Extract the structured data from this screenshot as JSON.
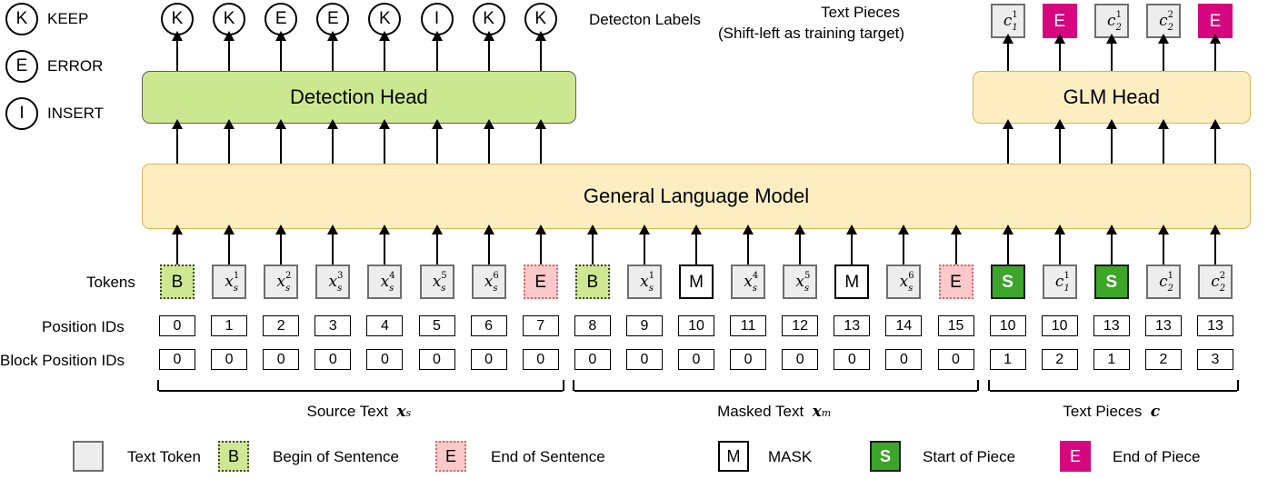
{
  "legend_left": {
    "items": [
      {
        "glyph": "K",
        "label": "KEEP"
      },
      {
        "glyph": "E",
        "label": "ERROR"
      },
      {
        "glyph": "I",
        "label": "INSERT"
      }
    ]
  },
  "detection": {
    "labels": [
      "K",
      "K",
      "E",
      "E",
      "K",
      "I",
      "K",
      "K"
    ],
    "caption": "Detecton Labels",
    "head_label": "Detection Head"
  },
  "glm": {
    "head_label": "GLM Head",
    "caption_line1": "Text Pieces",
    "caption_line2": "(Shift-left as training target)",
    "outputs": [
      {
        "kind": "text",
        "base": "c",
        "sup": "1",
        "sub": "1"
      },
      {
        "kind": "eop",
        "glyph": "E"
      },
      {
        "kind": "text",
        "base": "c",
        "sup": "1",
        "sub": "2"
      },
      {
        "kind": "text",
        "base": "c",
        "sup": "2",
        "sub": "2"
      },
      {
        "kind": "eop",
        "glyph": "E"
      }
    ]
  },
  "backbone": {
    "label": "General Language Model"
  },
  "rows": {
    "tokens_label": "Tokens",
    "position_ids_label": "Position IDs",
    "block_position_ids_label": "Block Position IDs"
  },
  "tokens": [
    {
      "kind": "bos",
      "glyph": "B"
    },
    {
      "kind": "text",
      "base": "x",
      "sup": "1",
      "sub": "s"
    },
    {
      "kind": "text",
      "base": "x",
      "sup": "2",
      "sub": "s"
    },
    {
      "kind": "text",
      "base": "x",
      "sup": "3",
      "sub": "s"
    },
    {
      "kind": "text",
      "base": "x",
      "sup": "4",
      "sub": "s"
    },
    {
      "kind": "text",
      "base": "x",
      "sup": "5",
      "sub": "s"
    },
    {
      "kind": "text",
      "base": "x",
      "sup": "6",
      "sub": "s"
    },
    {
      "kind": "eos",
      "glyph": "E"
    },
    {
      "kind": "bos",
      "glyph": "B"
    },
    {
      "kind": "text",
      "base": "x",
      "sup": "1",
      "sub": "s"
    },
    {
      "kind": "mask",
      "glyph": "M"
    },
    {
      "kind": "text",
      "base": "x",
      "sup": "4",
      "sub": "s"
    },
    {
      "kind": "text",
      "base": "x",
      "sup": "5",
      "sub": "s"
    },
    {
      "kind": "mask",
      "glyph": "M"
    },
    {
      "kind": "text",
      "base": "x",
      "sup": "6",
      "sub": "s"
    },
    {
      "kind": "eos",
      "glyph": "E"
    },
    {
      "kind": "sop",
      "glyph": "S"
    },
    {
      "kind": "text",
      "base": "c",
      "sup": "1",
      "sub": "1"
    },
    {
      "kind": "sop",
      "glyph": "S"
    },
    {
      "kind": "text",
      "base": "c",
      "sup": "1",
      "sub": "2"
    },
    {
      "kind": "text",
      "base": "c",
      "sup": "2",
      "sub": "2"
    }
  ],
  "position_ids": [
    "0",
    "1",
    "2",
    "3",
    "4",
    "5",
    "6",
    "7",
    "8",
    "9",
    "10",
    "11",
    "12",
    "13",
    "14",
    "15",
    "10",
    "10",
    "13",
    "13",
    "13"
  ],
  "block_position_ids": [
    "0",
    "0",
    "0",
    "0",
    "0",
    "0",
    "0",
    "0",
    "0",
    "0",
    "0",
    "0",
    "0",
    "0",
    "0",
    "0",
    "1",
    "2",
    "1",
    "2",
    "3"
  ],
  "segments": [
    {
      "name": "Source Text",
      "symbol": "x",
      "sub": "s",
      "start": 0,
      "end": 7
    },
    {
      "name": "Masked Text",
      "symbol": "x",
      "sub": "m",
      "start": 8,
      "end": 15
    },
    {
      "name": "Text Pieces",
      "symbol": "c",
      "sub": "",
      "start": 16,
      "end": 20
    }
  ],
  "legend_bottom": [
    {
      "kind": "text",
      "glyph": "",
      "label": "Text Token"
    },
    {
      "kind": "bos",
      "glyph": "B",
      "label": "Begin of Sentence"
    },
    {
      "kind": "eos",
      "glyph": "E",
      "label": "End of Sentence"
    },
    {
      "kind": "mask",
      "glyph": "M",
      "label": "MASK"
    },
    {
      "kind": "sop",
      "glyph": "S",
      "label": "Start of Piece"
    },
    {
      "kind": "eop",
      "glyph": "E",
      "label": "End of Piece"
    }
  ],
  "colors": {
    "detection_head": "#cbe890",
    "glm_head": "#fdeec2",
    "backbone": "#fdeec2",
    "text_token": "#ededed",
    "begin_of_sentence": "#cde890",
    "end_of_sentence": "#fbc9c9",
    "start_of_piece": "#3da52a",
    "end_of_piece": "#d6067f"
  }
}
